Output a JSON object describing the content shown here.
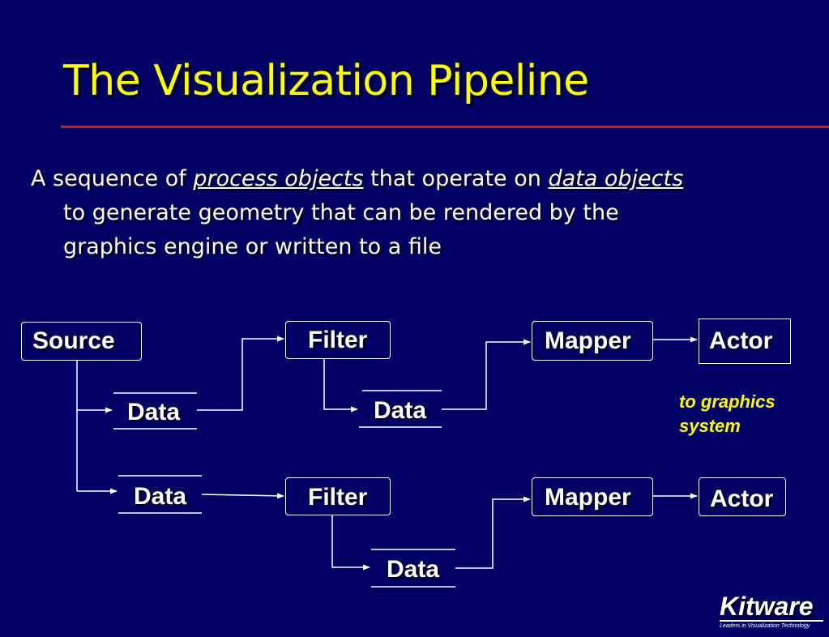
{
  "slide": {
    "title": "The Visualization Pipeline",
    "bullet": {
      "lead": "A sequence of ",
      "term1": "process objects",
      "mid": " that operate on ",
      "term2": "data objects",
      "line2": "to generate geometry that can be rendered by the",
      "line3": "graphics engine or written to a file"
    },
    "colors": {
      "background": "#020266",
      "title": "#ffff00",
      "rule": "#d11a1a",
      "text": "#ffffff",
      "note": "#ffff00"
    }
  },
  "diagram": {
    "source": "Source",
    "data_top_left": "Data",
    "filter_top": "Filter",
    "data_top_mid": "Data",
    "mapper_top": "Mapper",
    "actor_top": "Actor",
    "note_line1": "to graphics",
    "note_line2": "system",
    "data_bottom_left": "Data",
    "filter_bottom": "Filter",
    "data_bottom_mid": "Data",
    "mapper_bottom": "Mapper",
    "actor_bottom": "Actor"
  },
  "logo": {
    "name": "Kitware",
    "tagline": "Leaders in Visualization Technology"
  }
}
